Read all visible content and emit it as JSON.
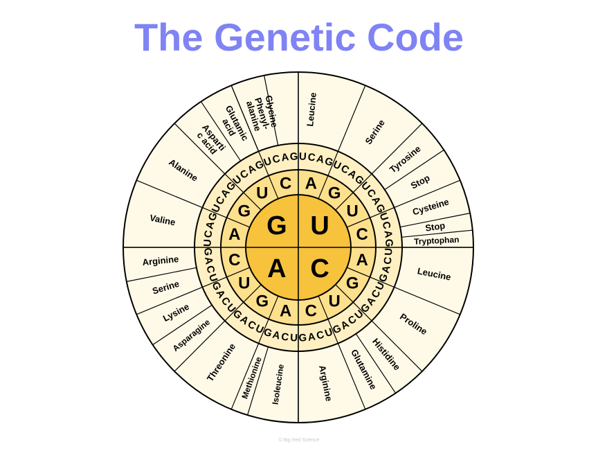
{
  "title": "The Genetic Code",
  "colors": {
    "title": "#7f83f4",
    "ring_center": "#f7c23c",
    "ring_second": "#fde08c",
    "ring_third": "#fef0c2",
    "ring_outer": "#fffae8",
    "outline": "#000000"
  },
  "first_bases": [
    "G",
    "U",
    "C",
    "A"
  ],
  "second_bases": [
    "A",
    "G",
    "U",
    "C",
    "A",
    "G",
    "U",
    "C",
    "A",
    "G",
    "U",
    "C",
    "A",
    "G",
    "U",
    "C"
  ],
  "third_bases": [
    "U",
    "C",
    "A",
    "G",
    "U",
    "C",
    "A",
    "G",
    "U",
    "C",
    "A",
    "G",
    "U",
    "C",
    "A",
    "G",
    "U",
    "C",
    "A",
    "G",
    "U",
    "C",
    "A",
    "G",
    "U",
    "C",
    "A",
    "G",
    "U",
    "C",
    "A",
    "G",
    "U",
    "C",
    "A",
    "G",
    "U",
    "C",
    "A",
    "G",
    "U",
    "C",
    "A",
    "G",
    "U",
    "C",
    "A",
    "G",
    "U",
    "C",
    "A",
    "G",
    "U",
    "C",
    "A",
    "G",
    "U",
    "C",
    "A",
    "G",
    "U",
    "C",
    "A",
    "G"
  ],
  "amino_acids": [
    {
      "lines": [
        "Phenyl-",
        "alanine"
      ]
    },
    {
      "lines": [
        "Leucine"
      ]
    },
    {
      "lines": [
        "Serine"
      ]
    },
    {
      "lines": [
        "Tyrosine"
      ]
    },
    {
      "lines": [
        "Stop"
      ]
    },
    {
      "lines": [
        "Cysteine"
      ]
    },
    {
      "lines": [
        "Stop"
      ]
    },
    {
      "lines": [
        "Tryptophan"
      ]
    },
    {
      "lines": [
        "Leucine"
      ]
    },
    {
      "lines": [
        "Proline"
      ]
    },
    {
      "lines": [
        "Histidine"
      ]
    },
    {
      "lines": [
        "Glutamine"
      ]
    },
    {
      "lines": [
        "Arginine"
      ]
    },
    {
      "lines": [
        "Isoleucine"
      ]
    },
    {
      "lines": [
        "Methionine"
      ]
    },
    {
      "lines": [
        "Threonine"
      ]
    },
    {
      "lines": [
        "Asparagine"
      ]
    },
    {
      "lines": [
        "Lysine"
      ]
    },
    {
      "lines": [
        "Serine"
      ]
    },
    {
      "lines": [
        "Arginine"
      ]
    },
    {
      "lines": [
        "Valine"
      ]
    },
    {
      "lines": [
        "Alanine"
      ]
    },
    {
      "lines": [
        "Asparti",
        "c acid"
      ]
    },
    {
      "lines": [
        "Glutamic",
        "acid"
      ]
    },
    {
      "lines": [
        "Glycine"
      ]
    }
  ],
  "footer": "© Big Red Science"
}
